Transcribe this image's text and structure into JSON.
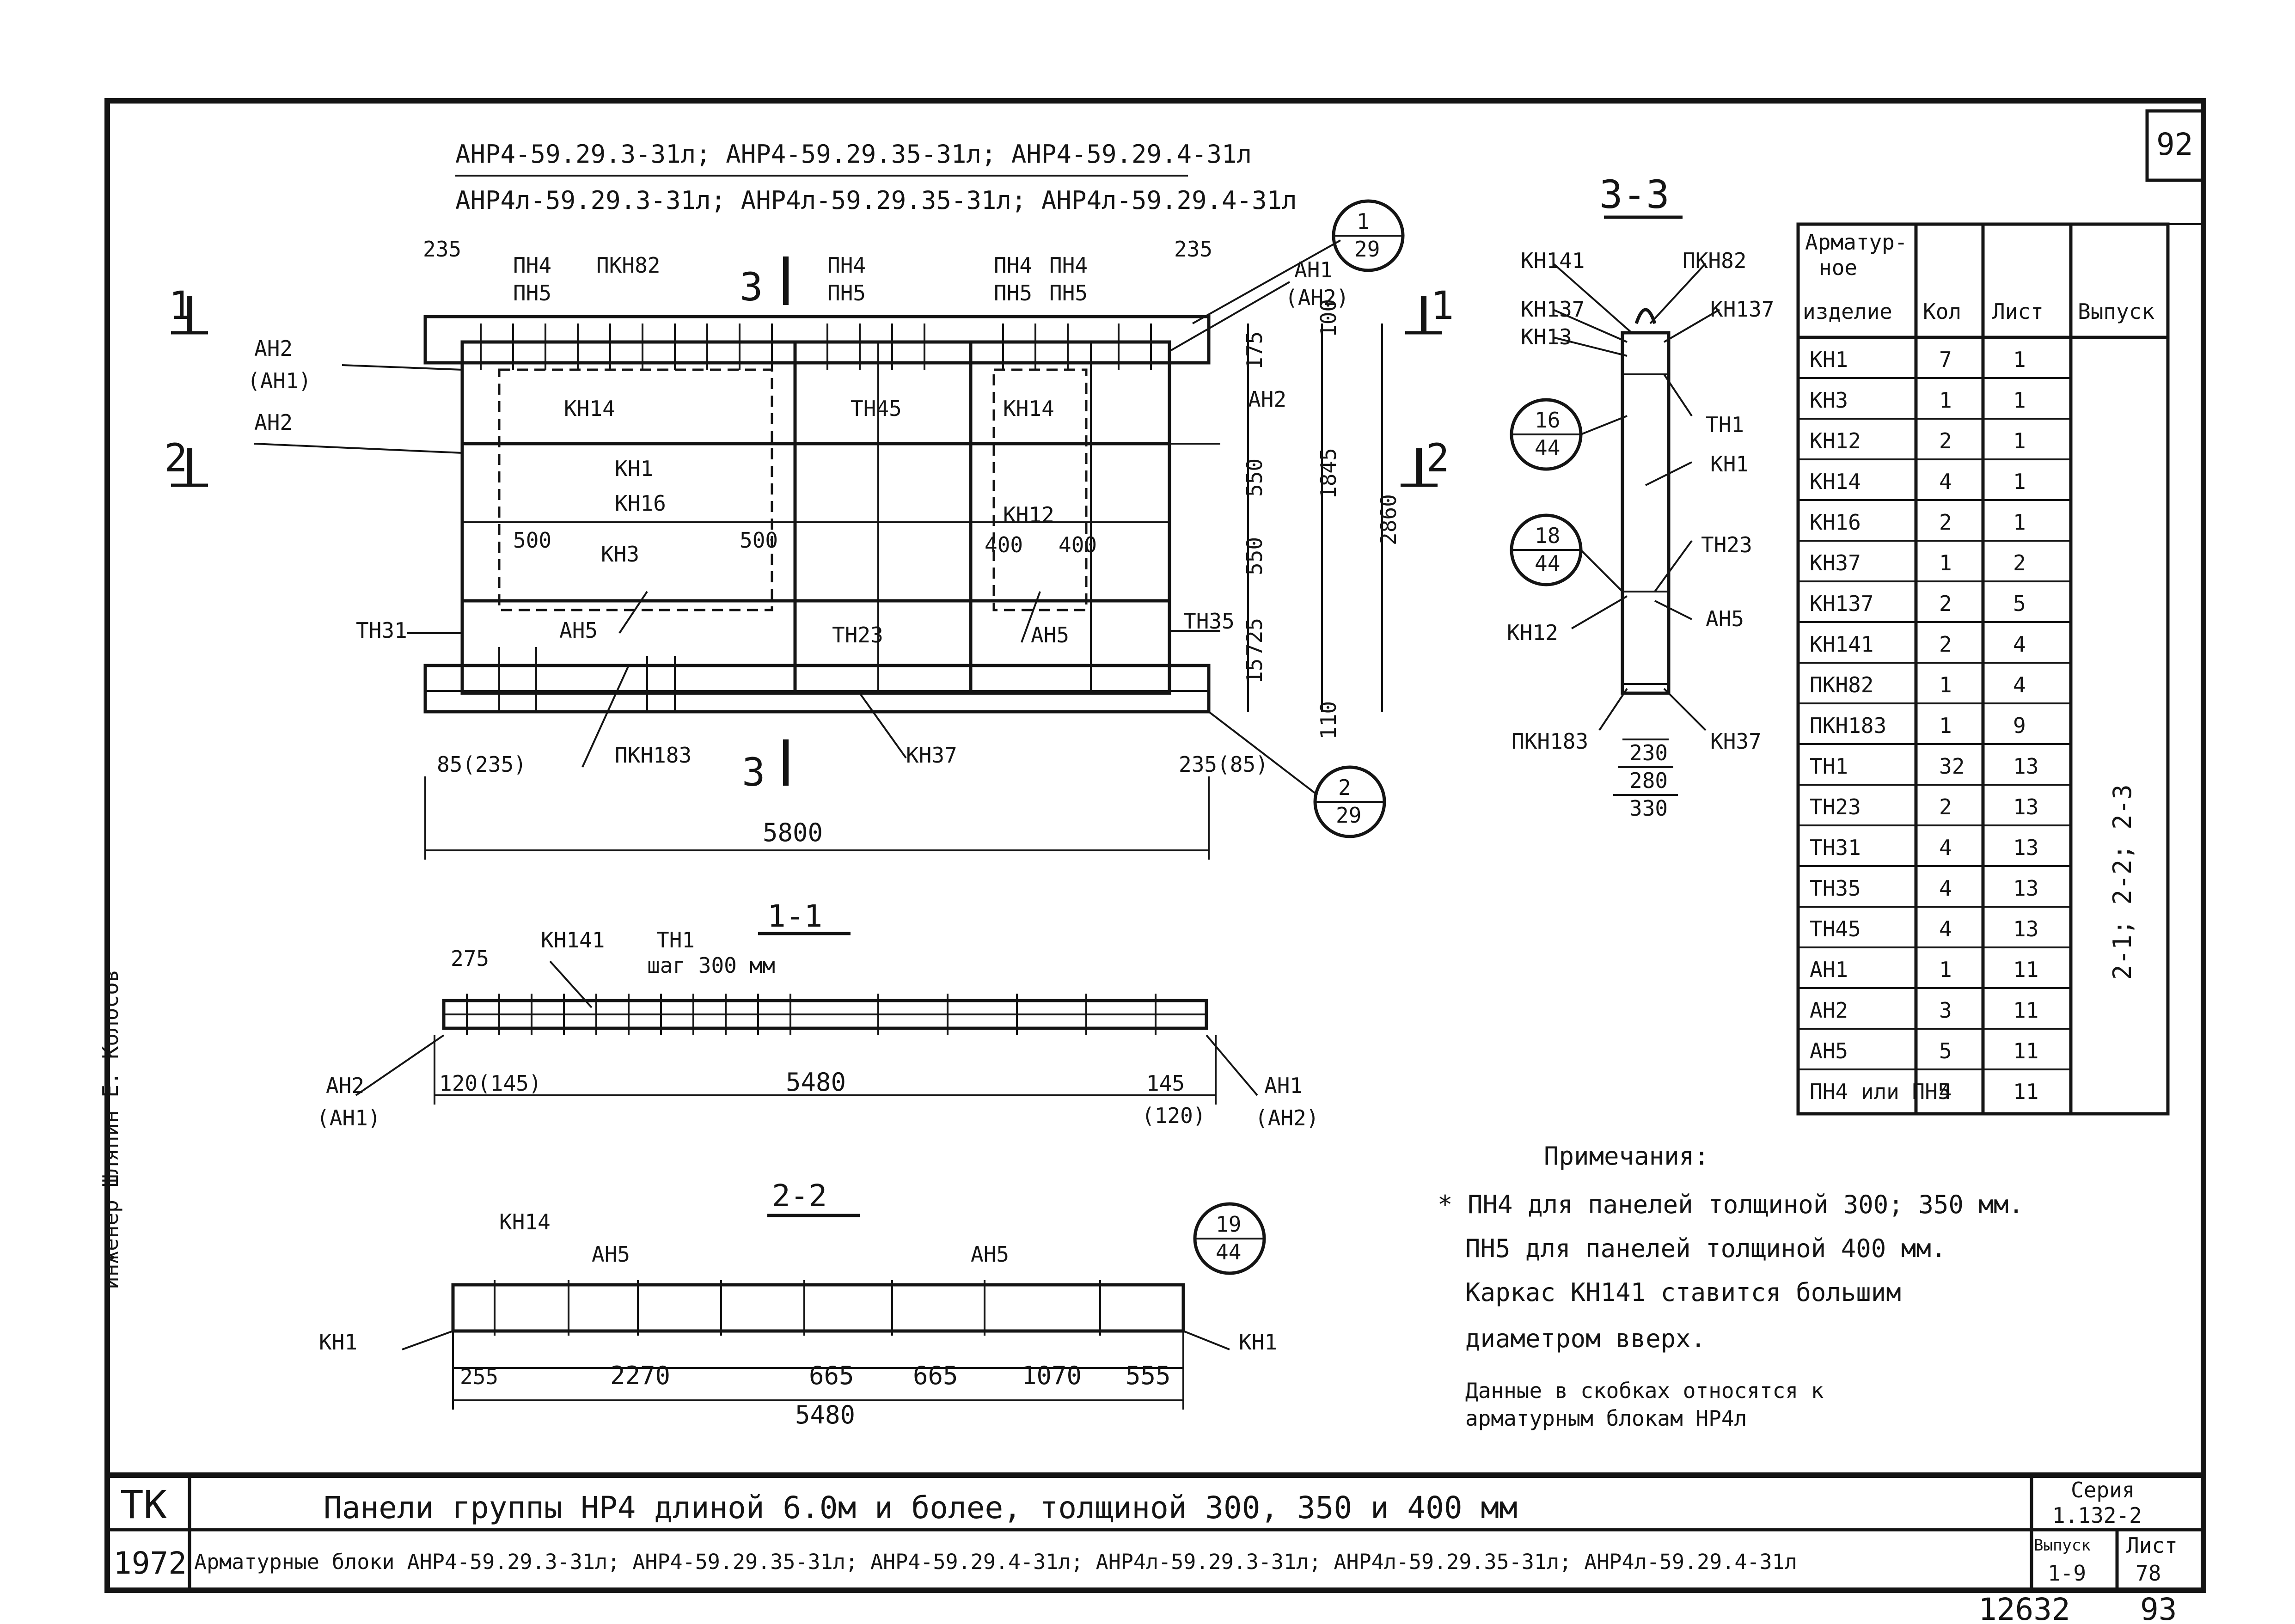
{
  "sheet_number": "92",
  "header": {
    "line1": "АНР4-59.29.3-31л; АНР4-59.29.35-31л; АНР4-59.29.4-31л",
    "line2": "АНР4л-59.29.3-31л; АНР4л-59.29.35-31л; АНР4л-59.29.4-31л"
  },
  "plan_labels": {
    "sec_mark_1": "1",
    "sec_mark_2": "2",
    "sec_mark_3": "3",
    "pn4": "ПН4",
    "pn5": "ПН5",
    "pkn82": "ПКН82",
    "pkn183": "ПКН183",
    "ah1": "АН1",
    "ah2": "АН2",
    "ah1_paren": "(АН1)",
    "ah2_paren": "(АН2)",
    "ah5": "АН5",
    "kn1": "КН1",
    "kn3": "КН3",
    "kn12": "КН12",
    "kn14": "КН14",
    "kn16": "КН16",
    "kn37": "КН37",
    "th23": "ТН23",
    "th31": "ТН31",
    "th35": "ТН35",
    "th45": "ТН45",
    "callout_1_num": "1",
    "callout_1_den": "29",
    "callout_2_num": "2",
    "callout_2_den": "29"
  },
  "plan_dims": {
    "d235": "235",
    "d235_paren85": "235(85)",
    "d85_paren235": "85(235)",
    "d5800": "5800",
    "d500": "500",
    "d400": "400",
    "d100": "100",
    "d175": "175",
    "d550": "550",
    "d725": "725",
    "d15": "15",
    "d110": "110",
    "d1845": "1845",
    "d2860": "2860"
  },
  "section_1_1": {
    "title": "1-1",
    "kn141": "КН141",
    "th1": "ТН1",
    "step": "шаг 300 мм",
    "d275": "275",
    "d120_145": "120(145)",
    "d5480": "5480",
    "d145": "145",
    "d120p": "(120)",
    "ah2": "АН2",
    "ah1p": "(АН1)",
    "ah1": "АН1",
    "ah2p": "(АН2)"
  },
  "section_2_2": {
    "title": "2-2",
    "kn14": "КН14",
    "ah5": "АН5",
    "kn1": "КН1",
    "callout_num": "19",
    "callout_den": "44",
    "d255": "255",
    "d2270": "2270",
    "d665": "665",
    "d1070": "1070",
    "d555": "555",
    "d5480": "5480"
  },
  "section_3_3": {
    "title": "3-3",
    "kn141": "КН141",
    "pkn82": "ПКН82",
    "kn137": "КН137",
    "kn13": "КН13",
    "th1": "ТН1",
    "kn1": "КН1",
    "th23": "ТН23",
    "ah5": "АН5",
    "kn12": "КН12",
    "pkn183": "ПКН183",
    "kn37": "КН37",
    "c16_num": "16",
    "c16_den": "44",
    "c18_num": "18",
    "c18_den": "44",
    "d230": "230",
    "d280": "280",
    "d330": "330"
  },
  "spec_table": {
    "headers": [
      "Арматур-ное изделие",
      "Кол",
      "Лист",
      "Выпуск"
    ],
    "release": "2-1; 2-2; 2-3",
    "rows": [
      [
        "КН1",
        "7",
        "1"
      ],
      [
        "КН3",
        "1",
        "1"
      ],
      [
        "КН12",
        "2",
        "1"
      ],
      [
        "КН14",
        "4",
        "1"
      ],
      [
        "КН16",
        "2",
        "1"
      ],
      [
        "КН37",
        "1",
        "2"
      ],
      [
        "КН137",
        "2",
        "5"
      ],
      [
        "КН141",
        "2",
        "4"
      ],
      [
        "ПКН82",
        "1",
        "4"
      ],
      [
        "ПКН183",
        "1",
        "9"
      ],
      [
        "ТН1",
        "32",
        "13"
      ],
      [
        "ТН23",
        "2",
        "13"
      ],
      [
        "ТН31",
        "4",
        "13"
      ],
      [
        "ТН35",
        "4",
        "13"
      ],
      [
        "ТН45",
        "4",
        "13"
      ],
      [
        "АН1",
        "1",
        "11"
      ],
      [
        "АН2",
        "3",
        "11"
      ],
      [
        "АН5",
        "5",
        "11"
      ],
      [
        "ПН4 или ПН5",
        "4",
        "11"
      ]
    ]
  },
  "notes": {
    "title": "Примечания:",
    "l1": "* ПН4  для панелей  толщиной 300; 350 мм.",
    "l2": "ПН5  для  панелей  толщиной  400 мм.",
    "l3": "Каркас  КН141  ставится  большим",
    "l4": "диаметром  вверх.",
    "l5": "Данные  в скобках  относятся к",
    "l6": "арматурным  блокам  НР4л"
  },
  "title_block": {
    "tk": "ТК",
    "year": "1972",
    "title": "Панели  группы  НР4  длиной  6.0м и более,  толщиной  300, 350 и 400 мм",
    "subtitle": "Арматурные блоки АНР4-59.29.3-31л; АНР4-59.29.35-31л; АНР4-59.29.4-31л; АНР4л-59.29.3-31л; АНР4л-59.29.35-31л; АНР4л-59.29.4-31л",
    "series_label": "Серия",
    "series": "1.132-2",
    "issue_label": "Выпуск",
    "issue": "1-9",
    "sheet_label": "Лист",
    "sheet": "78"
  },
  "footer": {
    "stamp1": "12632",
    "stamp2": "93"
  },
  "margin_text": "инженер  Шляпин    Е. Колосов"
}
